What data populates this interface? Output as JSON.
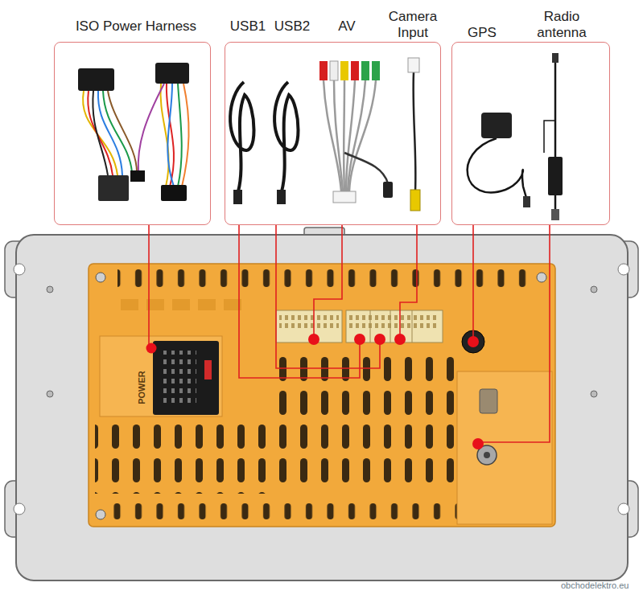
{
  "diagram": {
    "nodes": [
      {
        "text": [
          "ISO Power Harness"
        ]
      },
      {
        "text": [
          "USB1",
          "USB2",
          "AV",
          "Camera Input"
        ]
      },
      {
        "text": [
          "GPS",
          "Radio antenna"
        ]
      },
      {
        "text": [
          "POWER"
        ]
      }
    ],
    "edges": [
      {
        "from": 0,
        "to": 3,
        "arrow": "none"
      },
      {
        "from": 1,
        "to": 3,
        "arrow": "none"
      },
      {
        "from": 1,
        "to": 3,
        "arrow": "none"
      },
      {
        "from": 1,
        "to": 3,
        "arrow": "none"
      },
      {
        "from": 1,
        "to": 3,
        "arrow": "none"
      },
      {
        "from": 2,
        "to": 3,
        "arrow": "none"
      },
      {
        "from": 2,
        "to": 3,
        "arrow": "none"
      }
    ],
    "labels": [
      "obchodelektro.eu"
    ]
  }
}
